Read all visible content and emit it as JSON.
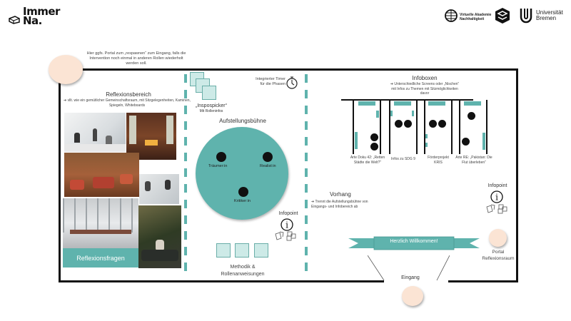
{
  "header": {
    "logo_line1": "Immer",
    "logo_line2": "Na.",
    "partner_va_line1": "Virtuelle Akademie",
    "partner_va_line2": "Nachhaltigkeit",
    "partner_ub_line1": "Universität",
    "partner_ub_line2": "Bremen"
  },
  "top_note": "Hier ggfs. Portal zum „respawnen“ zum Eingang, falls die Intervention noch einmal in anderen Rollen wiederholt werden soll.",
  "reflexion": {
    "title": "Reflexionsbereich",
    "description": "➔ vllt. wie ein gemütlicher Gemeinschaftsraum, mit Sitzgelegenheiten, Kaminen, Spiegeln, Whiteboards",
    "button_label": "Reflexionsfragen"
  },
  "stage_area": {
    "inspo_title": "„Inspospicker“",
    "inspo_sub": "Mit Rolleninfos",
    "timer_label_line1": "Integrierter Timer",
    "timer_label_line2": "für die Phasen",
    "title": "Aufstellungsbühne",
    "roles": [
      "Träumer:in",
      "Realist:in",
      "Kritiker:in"
    ],
    "infopoint_label": "Infopoint",
    "methodik_line1": "Methodik &",
    "methodik_line2": "Rollenanweisungen"
  },
  "curtain": {
    "title": "Vorhang",
    "description": "➔ Trennt die Aufstellungsbühne von Eingangs- und Infobereich ab"
  },
  "infoboxes": {
    "title": "Infoboxen",
    "description": "➔ Unterschiedliche Screens oder „Nischen“ mit Infos zu Themen mit Sitzmöglichkeiten davor",
    "boxes": [
      {
        "label": "Arte Doku 42: „Retten Städte die Welt?“"
      },
      {
        "label": "Infos zu SDG 9"
      },
      {
        "label": "Förderprojekt KRIS"
      },
      {
        "label": "Arte RE: „Pakistan: Die Flut überleben“"
      }
    ]
  },
  "entrance": {
    "infopoint_label": "Infopoint",
    "banner": "Herzlich Willkommen!",
    "entrance_label": "Eingang",
    "portal_line1": "Portal",
    "portal_line2": "Reflexionsraum"
  },
  "colors": {
    "teal": "#5fb3ad",
    "light_teal": "#cdeae7",
    "portal": "#fbe4d4",
    "wall": "#111111"
  }
}
